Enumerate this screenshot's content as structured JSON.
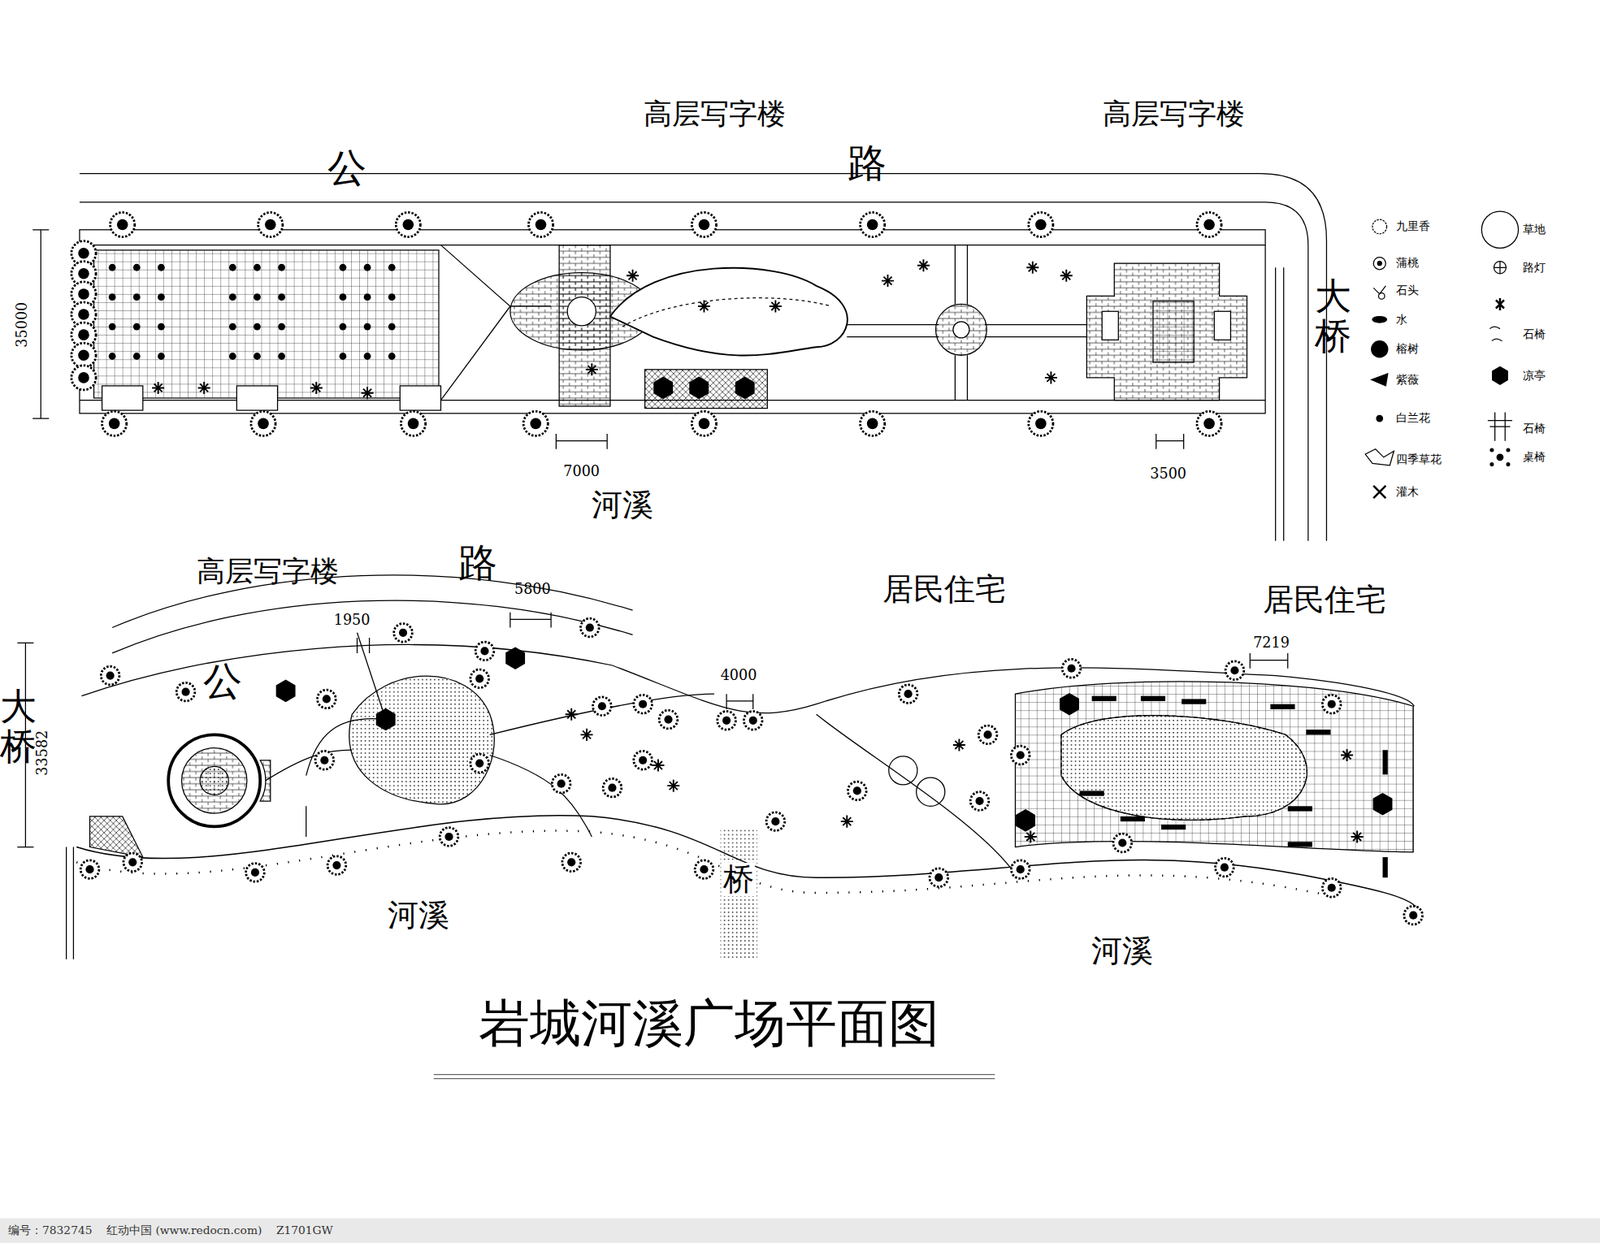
{
  "diagram": {
    "title": "岩城河溪广场平面图",
    "nodes": [
      {
        "text": [
          "桥"
        ]
      }
    ],
    "edges": [],
    "labels": [
      "高层写字楼",
      "高层写字楼",
      "公",
      "路",
      "35000",
      "7000",
      "3500",
      "河溪",
      "大桥",
      "高层写字楼",
      "公",
      "路",
      "1950",
      "5800",
      "4000",
      "居民住宅",
      "居民住宅",
      "7219",
      "大桥",
      "33582",
      "河溪",
      "河溪",
      "编号：7832745    红动中国 (www.redocn.com)    Z1701GW"
    ],
    "legend": [
      {
        "text": "九里香"
      },
      {
        "text": "蒲桃"
      },
      {
        "text": "石头"
      },
      {
        "text": "水"
      },
      {
        "text": "榕树"
      },
      {
        "text": "紫薇"
      },
      {
        "text": "白兰花"
      },
      {
        "text": "四季草花"
      },
      {
        "text": "灌木"
      },
      {
        "text": "草地"
      },
      {
        "text": "路灯"
      },
      {
        "text": "石椅"
      },
      {
        "text": "凉亭"
      },
      {
        "text": "石椅"
      },
      {
        "text": "桌椅"
      }
    ]
  }
}
